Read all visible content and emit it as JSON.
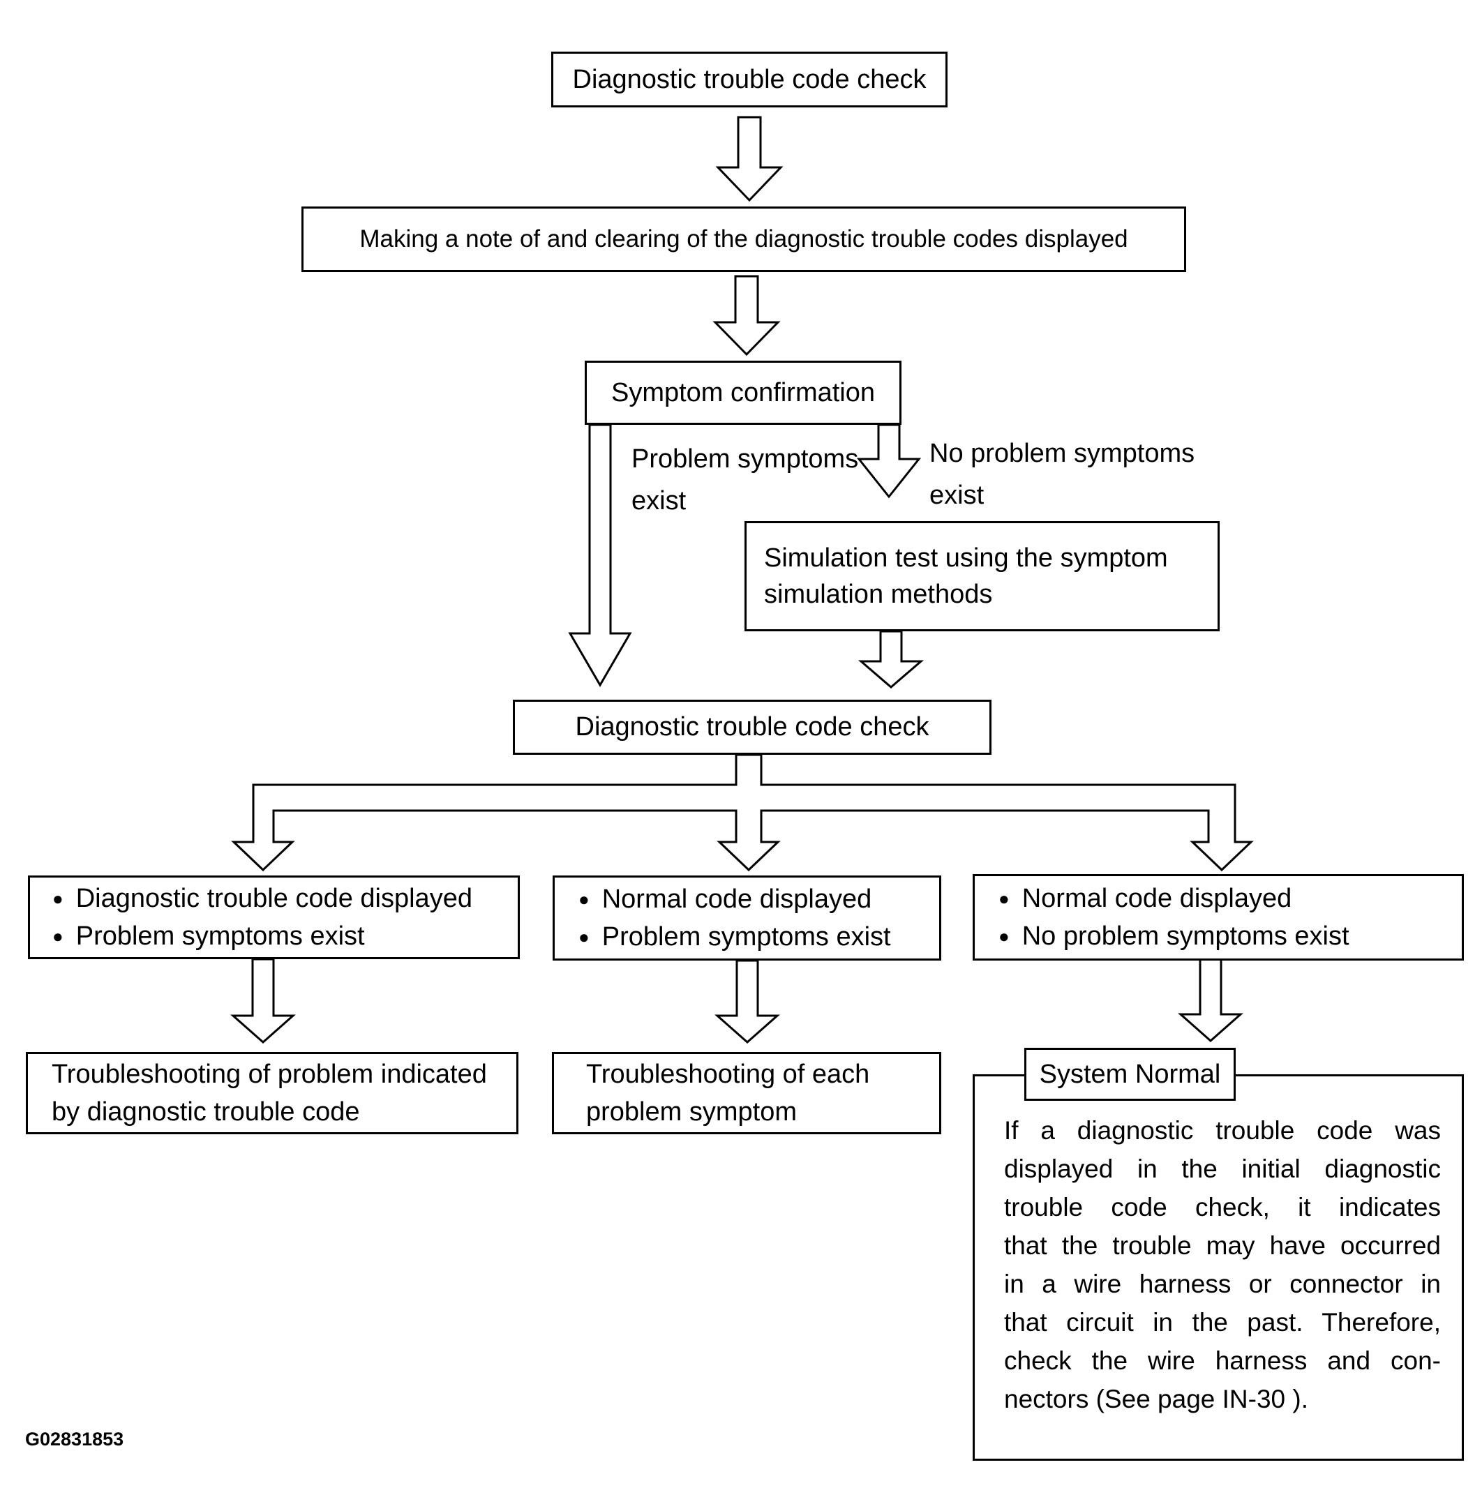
{
  "diagram": {
    "figure_code": "G02831853",
    "glyphs": {
      "bullet": "●"
    },
    "nodes": {
      "dtc_check_initial": "Diagnostic trouble code check",
      "note_and_clear": "Making a note of and clearing of the diagnostic trouble codes displayed",
      "symptom_confirmation": "Symptom confirmation",
      "simulation_test": "Simulation test using the symptom simulation methods",
      "dtc_check_second": "Diagnostic trouble code check",
      "outcome_left": {
        "items": [
          "Diagnostic trouble code displayed",
          "Problem symptoms exist"
        ]
      },
      "outcome_middle": {
        "items": [
          "Normal code displayed",
          "Problem symptoms exist"
        ]
      },
      "outcome_right": {
        "items": [
          "Normal code displayed",
          "No problem symptoms exist"
        ]
      },
      "result_left": "Troubleshooting of problem indicated by diagnostic trouble code",
      "result_middle": "Troubleshooting of each problem symptom",
      "system_normal_title": "System Normal",
      "system_normal_body_lines": [
        "If a diagnostic trouble code was",
        "displayed in the initial diagnostic",
        "trouble code check, it indicates",
        "that the trouble may have occurred",
        "in a wire harness or connector in",
        "that circuit in the past. Therefore,",
        "check the wire harness and con-",
        "nectors (See page IN-30 )."
      ]
    },
    "edge_labels": {
      "problem_symptoms_exist": "Problem symptoms exist",
      "no_problem_symptoms_exist": "No problem symptoms exist"
    }
  }
}
